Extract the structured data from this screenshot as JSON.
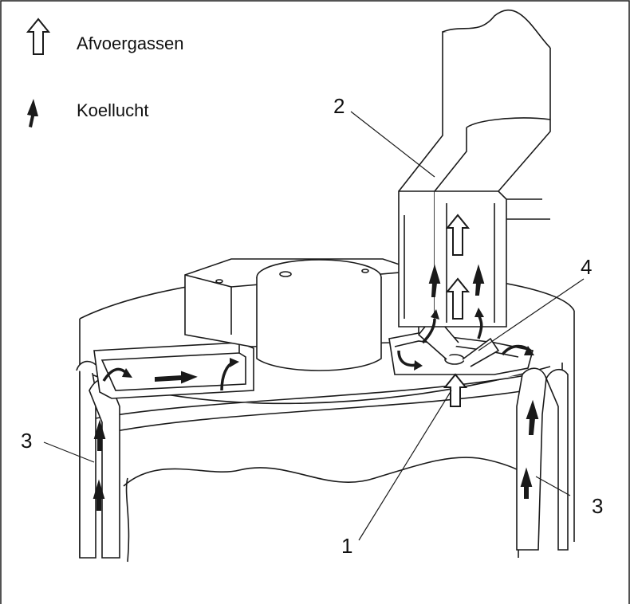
{
  "legend": {
    "exhaust_label": "Afvoergassen",
    "cooling_label": "Koellucht"
  },
  "callouts": {
    "c1": "1",
    "c2": "2",
    "c3_left": "3",
    "c3_right": "3",
    "c4": "4"
  },
  "colors": {
    "line": "#1a1a1a",
    "fill": "#ffffff"
  },
  "icons": [
    "hollow-up-arrow-icon",
    "solid-up-arrow-icon"
  ]
}
